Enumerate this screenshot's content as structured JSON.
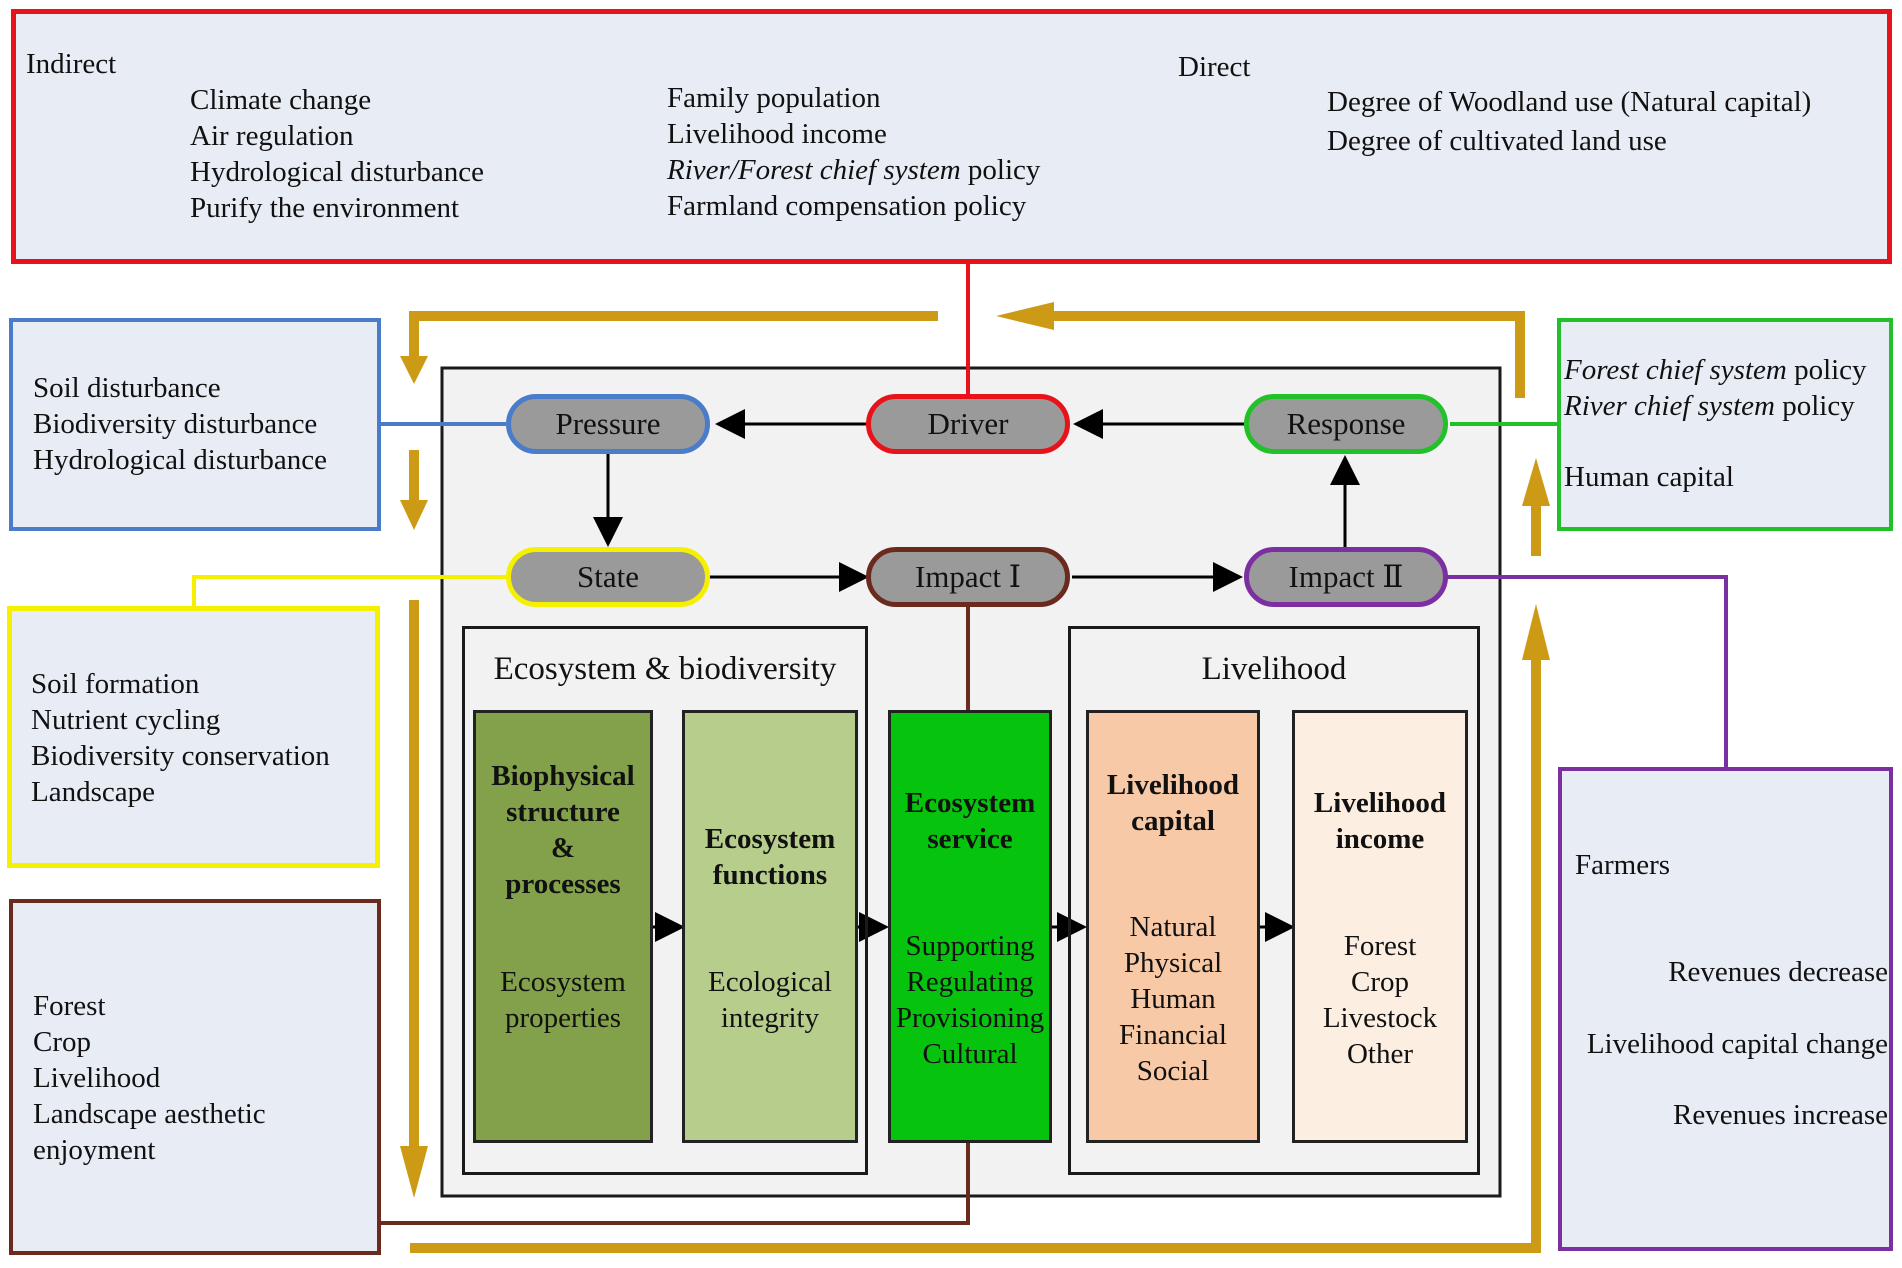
{
  "driver_box": {
    "indirect_label": "Indirect",
    "indirect_col1": [
      "Climate change",
      "Air regulation",
      "Hydrological disturbance",
      "Purify the environment"
    ],
    "indirect_col2": [
      {
        "italic": "",
        "plain": "Family population"
      },
      {
        "italic": "",
        "plain": "Livelihood income"
      },
      {
        "italic": "River/Forest chief system",
        "plain": " policy"
      },
      {
        "italic": "",
        "plain": "Farmland compensation policy"
      }
    ],
    "direct_label": "Direct",
    "direct_items": [
      "Degree of Woodland use (Natural capital)",
      "Degree of cultivated land use"
    ]
  },
  "pressure_box": {
    "items": [
      "Soil disturbance",
      "Biodiversity disturbance",
      "Hydrological disturbance"
    ]
  },
  "state_box": {
    "items": [
      "Soil formation",
      "Nutrient cycling",
      "Biodiversity conservation",
      "Landscape"
    ]
  },
  "impact1_box": {
    "items": [
      "Forest",
      "Crop",
      "Livelihood",
      "Landscape aesthetic",
      "enjoyment"
    ]
  },
  "response_box": {
    "line1_italic": "Forest chief system",
    "line1_plain": " policy",
    "line2_italic": "River chief system",
    "line2_plain": " policy",
    "line3": "Human capital"
  },
  "farmers_box": {
    "title": "Farmers",
    "items": [
      "Revenues decrease",
      "Livelihood capital change",
      "Revenues increase"
    ]
  },
  "nodes": {
    "pressure": "Pressure",
    "driver": "Driver",
    "response": "Response",
    "state": "State",
    "impact1": "Impact Ⅰ",
    "impact2": "Impact Ⅱ"
  },
  "panels": {
    "ecosystem": "Ecosystem & biodiversity",
    "livelihood": "Livelihood"
  },
  "columns": [
    {
      "heading": [
        "Biophysical",
        "structure",
        "&",
        "processes"
      ],
      "body": [
        "Ecosystem",
        "properties"
      ]
    },
    {
      "heading": [
        "Ecosystem",
        "functions"
      ],
      "body": [
        "Ecological",
        "integrity"
      ]
    },
    {
      "heading": [
        "Ecosystem",
        "service"
      ],
      "body": [
        "Supporting",
        "Regulating",
        "Provisioning",
        "Cultural"
      ]
    },
    {
      "heading": [
        "Livelihood",
        "capital"
      ],
      "body": [
        "Natural",
        "Physical",
        "Human",
        "Financial",
        "Social"
      ]
    },
    {
      "heading": [
        "Livelihood",
        "income"
      ],
      "body": [
        "Forest",
        "Crop",
        "Livestock",
        "Other"
      ]
    }
  ],
  "colors": {
    "driver": "#e8131a",
    "pressure": "#4a7cc9",
    "state": "#f5f000",
    "impact1": "#6b2a1e",
    "impact2": "#7b2fa0",
    "response": "#22c12a",
    "flow_arrow": "#cc9a14",
    "col_biophysical": "#82a14a",
    "col_functions": "#b7cd8c",
    "col_service": "#06c40e",
    "col_capital": "#f7c9a6",
    "col_income": "#fdeee2"
  }
}
